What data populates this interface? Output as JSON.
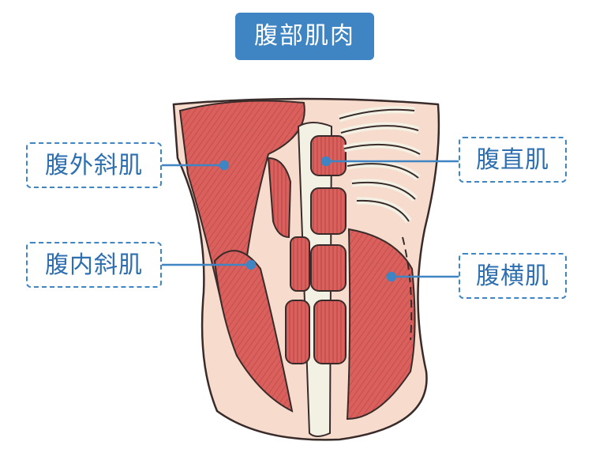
{
  "title": "腹部肌肉",
  "labels": {
    "external_oblique": "腹外斜肌",
    "internal_oblique": "腹内斜肌",
    "rectus_abdominis": "腹直肌",
    "transversus_abdominis": "腹横肌"
  },
  "colors": {
    "accent": "#3f84c3",
    "label_text": "#2e6fb0",
    "skin": "#f7dccd",
    "muscle": "#d9605c",
    "bone": "#f3f1e4"
  }
}
